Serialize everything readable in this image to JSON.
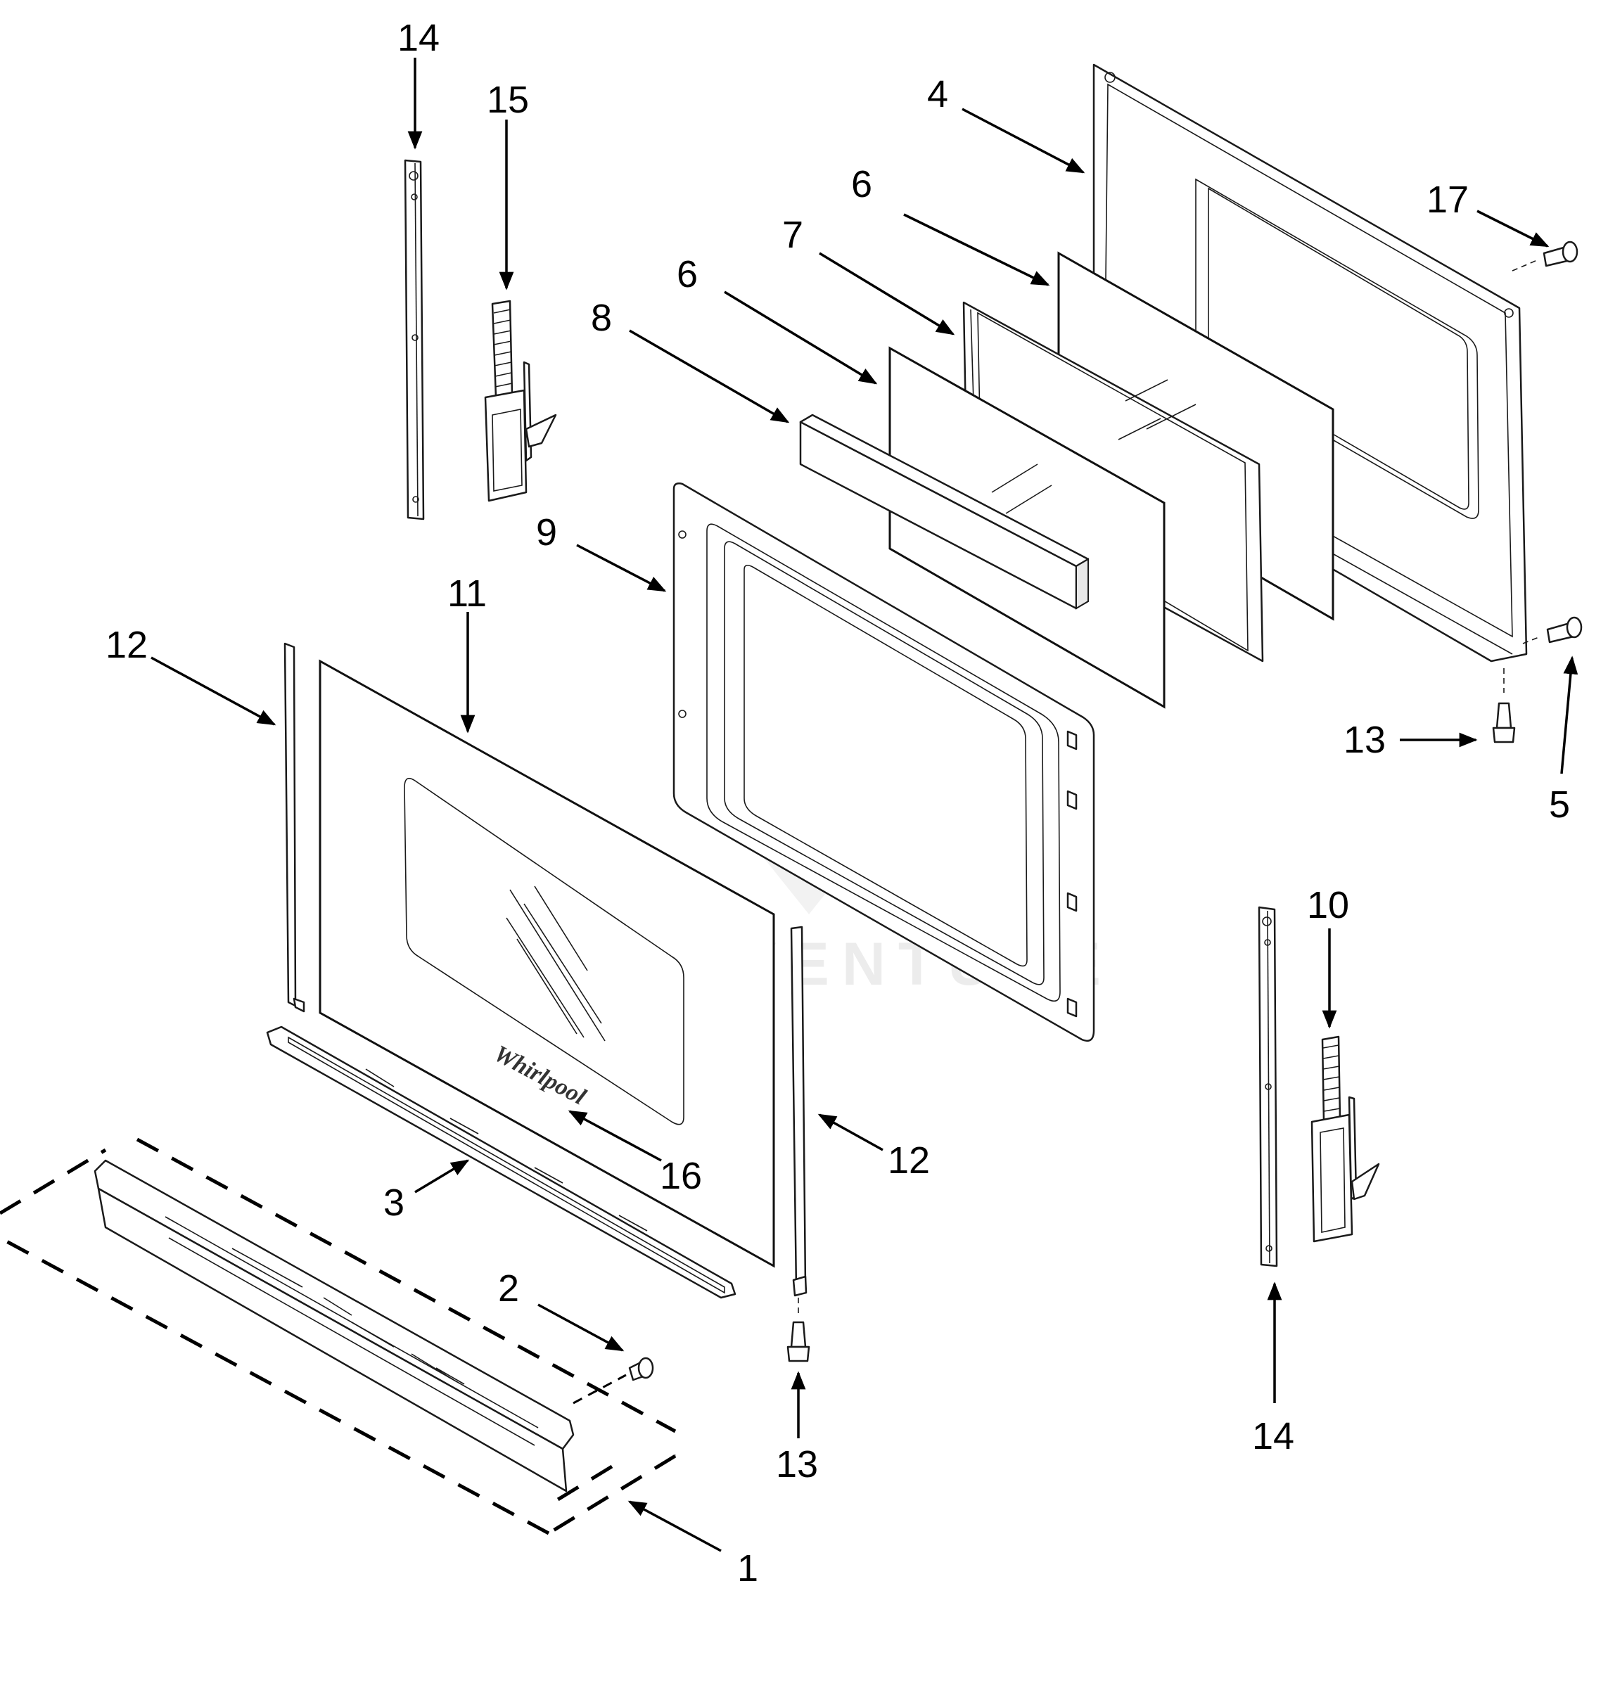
{
  "diagram": {
    "callouts": {
      "c1": "1",
      "c2": "2",
      "c3": "3",
      "c4": "4",
      "c5": "5",
      "c6a": "6",
      "c6b": "6",
      "c7": "7",
      "c8": "8",
      "c9": "9",
      "c10": "10",
      "c11": "11",
      "c12a": "12",
      "c12b": "12",
      "c13a": "13",
      "c13b": "13",
      "c14a": "14",
      "c14b": "14",
      "c15": "15",
      "c16": "16",
      "c17": "17"
    },
    "logo": "Whirlpool",
    "watermark": "LEADVENTURE"
  }
}
